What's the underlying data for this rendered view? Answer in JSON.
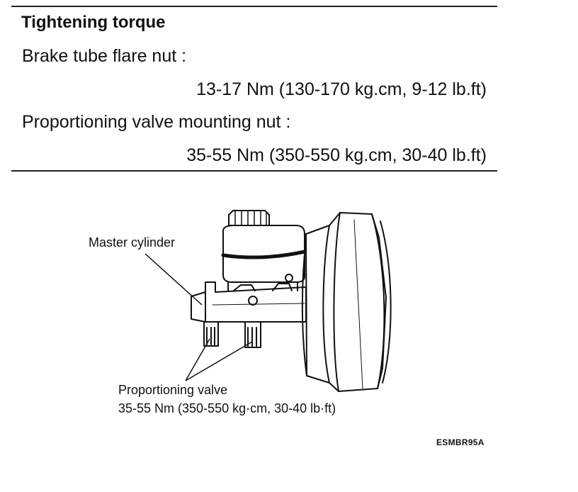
{
  "spec": {
    "heading": "Tightening torque",
    "items": [
      {
        "label": "Brake tube flare nut :",
        "value": "13-17 Nm (130-170 kg.cm, 9-12 lb.ft)"
      },
      {
        "label": "Proportioning valve mounting nut :",
        "value": "35-55 Nm (350-550 kg.cm, 30-40 lb.ft)"
      }
    ]
  },
  "diagram": {
    "callouts": {
      "master_cylinder": "Master cylinder",
      "proportioning_valve": "Proportioning valve",
      "proportioning_valve_torque": "35-55 Nm (350-550 kg·cm, 30-40 lb·ft)"
    },
    "figure_code": "ESMBR95A"
  }
}
